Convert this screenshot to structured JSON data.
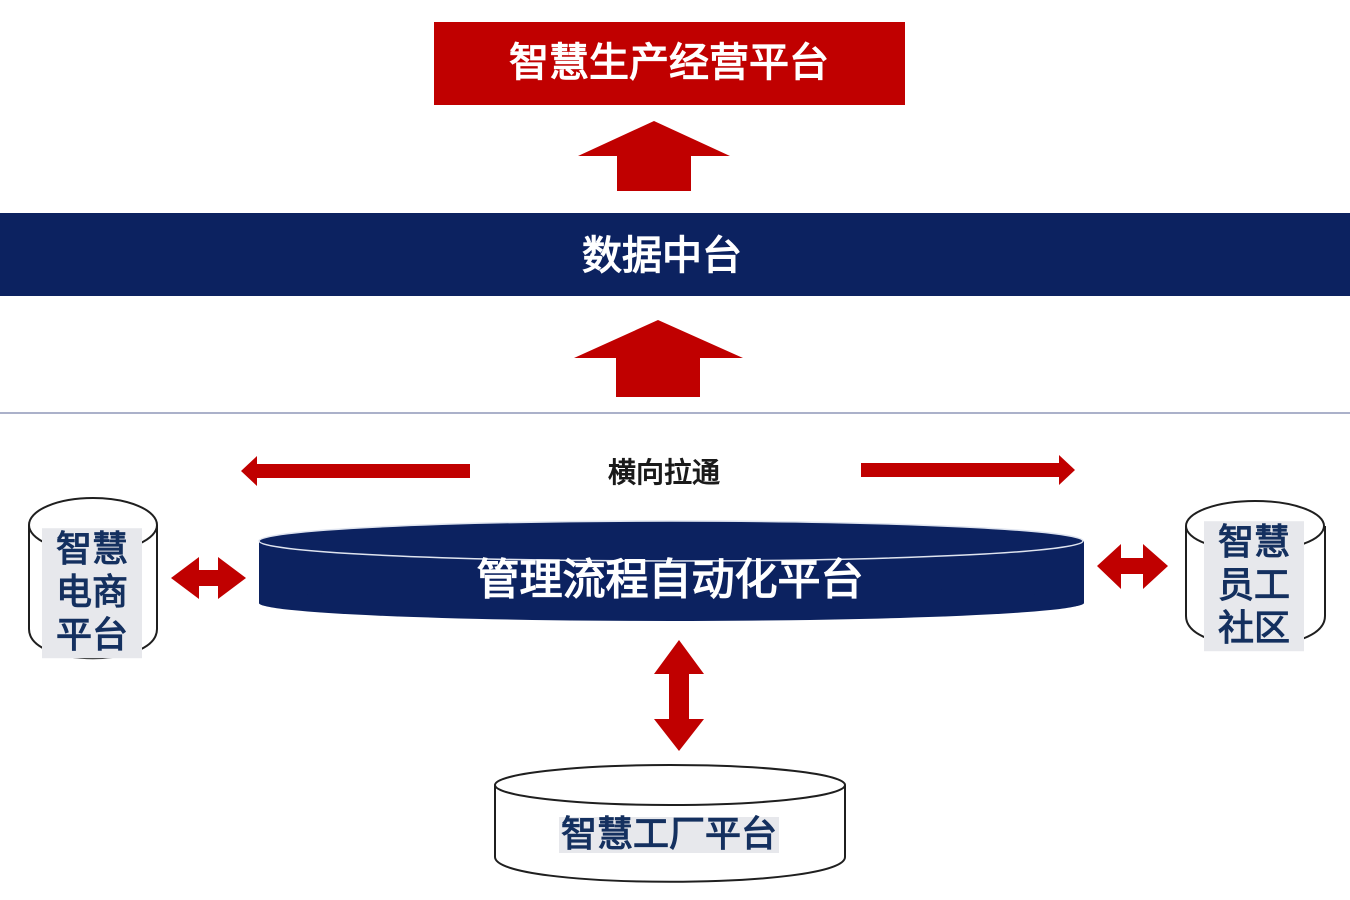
{
  "diagram": {
    "top_platform": "智慧生产经营平台",
    "data_platform": "数据中台",
    "horizontal_link": "横向拉通",
    "core_platform": "管理流程自动化平台",
    "left_platform": "智慧电商平台",
    "right_platform": "智慧员工社区",
    "bottom_platform": "智慧工厂平台"
  },
  "colors": {
    "red": "#c00000",
    "navy": "#0c2260",
    "divider": "#8f97b8"
  }
}
